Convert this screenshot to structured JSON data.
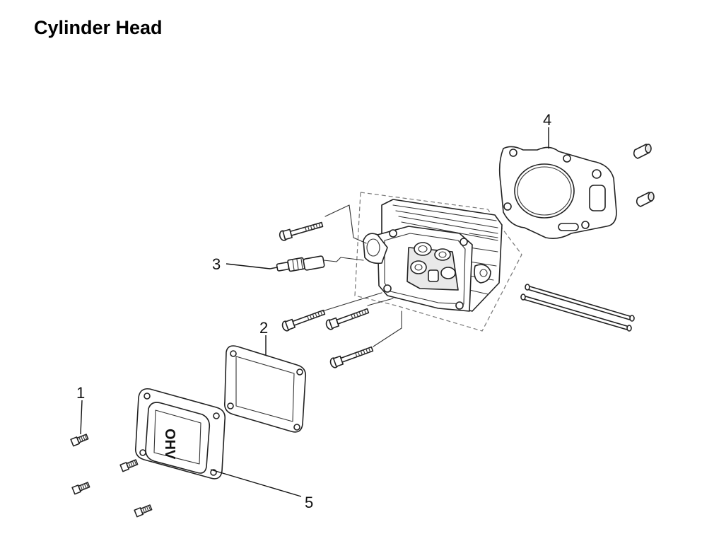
{
  "title": "Cylinder Head",
  "callouts": [
    {
      "id": "1",
      "label": "1"
    },
    {
      "id": "2",
      "label": "2"
    },
    {
      "id": "3",
      "label": "3"
    },
    {
      "id": "4",
      "label": "4"
    },
    {
      "id": "5",
      "label": "5"
    }
  ],
  "cover_marking": "OHV"
}
